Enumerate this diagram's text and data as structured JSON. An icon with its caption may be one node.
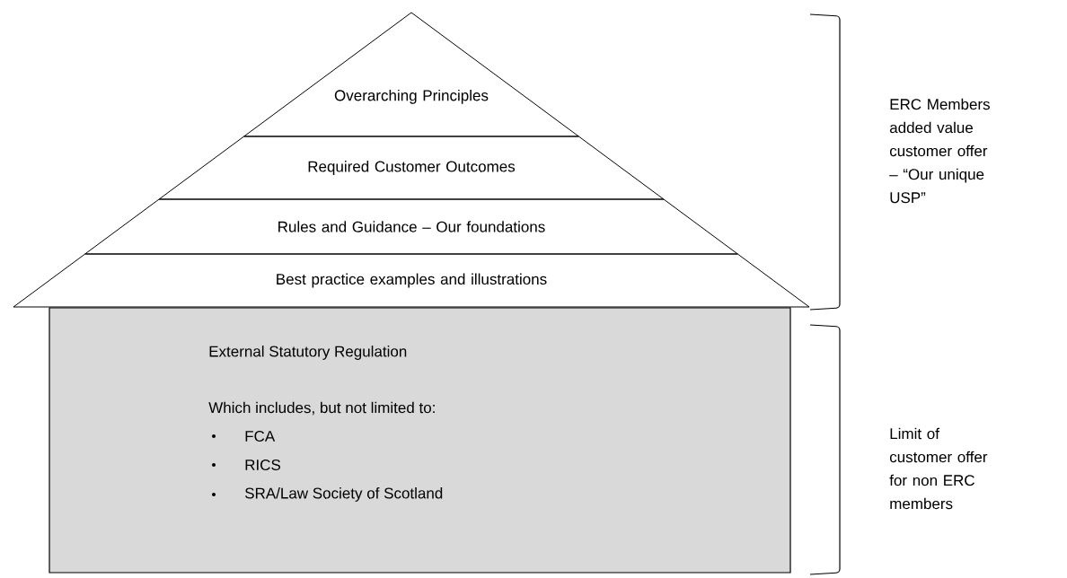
{
  "diagram": {
    "nodes": [
      {
        "text": [
          "Overarching Principles"
        ]
      },
      {
        "text": [
          "Required Customer Outcomes"
        ]
      },
      {
        "text": [
          "Rules and Guidance – Our foundations"
        ]
      },
      {
        "text": [
          "Best practice examples and illustrations"
        ]
      },
      {
        "text": [
          "External Statutory Regulation",
          "Which includes, but not limited to:",
          "FCA",
          "RICS",
          "SRA/Law Society of Scotland"
        ]
      }
    ],
    "edges": [],
    "labels": [
      "ERC Members added value customer offer – “Our unique USP”",
      "Limit of customer offer for non ERC members"
    ]
  }
}
